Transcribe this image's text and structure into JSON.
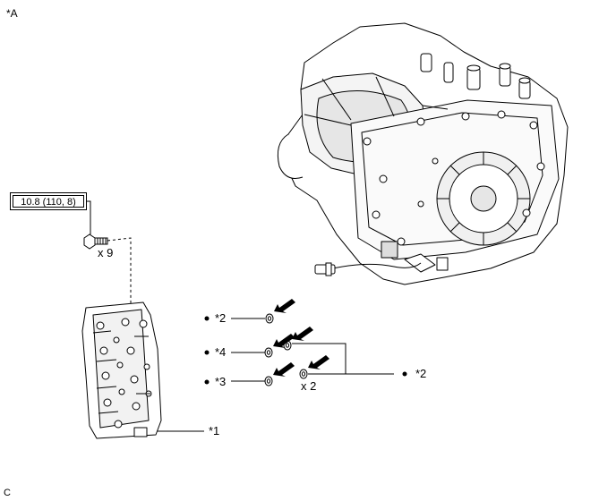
{
  "labels": {
    "view": "*A",
    "torque": "10.8 (110, 8)",
    "bolt_qty": "x 9",
    "part1": "*1",
    "part2_left": "*2",
    "part4": "*4",
    "part3": "*3",
    "part2_right": "*2",
    "gasket_qty": "x 2",
    "footer_code": "C"
  },
  "colors": {
    "line": "#000000",
    "part_fill": "#ffffff",
    "shade": "#cfcfcf",
    "arrow": "#000000"
  },
  "icons": {
    "arrow": "bold-pointer-arrow-icon",
    "bullet": "dot-bullet-icon"
  }
}
